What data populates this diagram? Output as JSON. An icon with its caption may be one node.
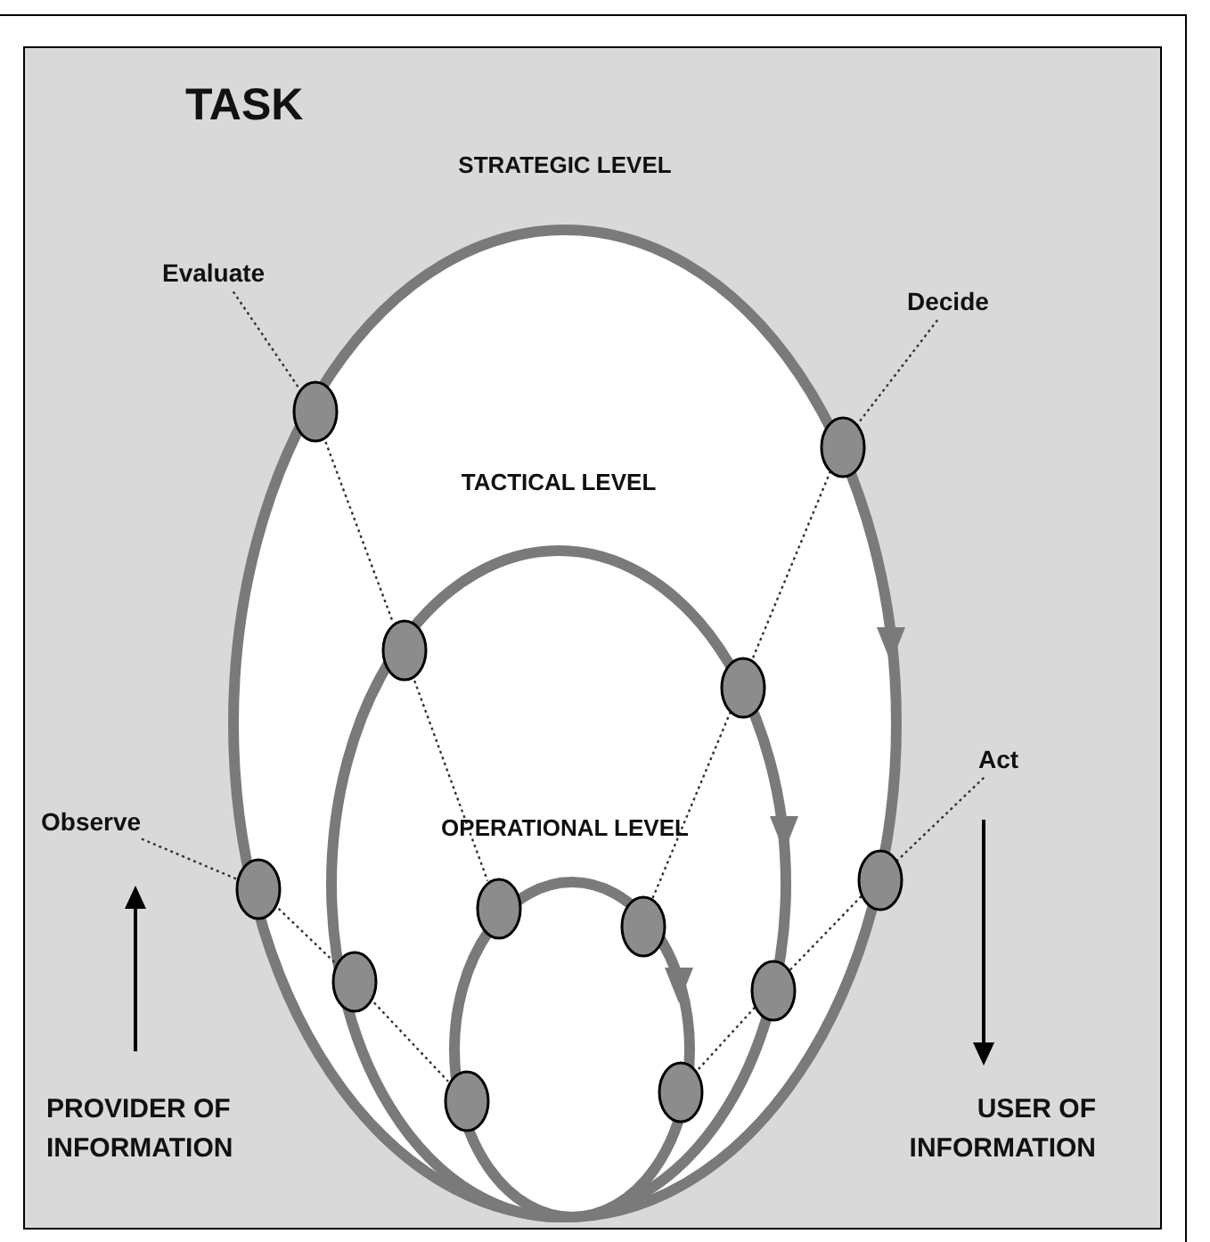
{
  "diagram": {
    "nodes": [
      {
        "text": [
          "TASK"
        ]
      },
      {
        "text": [
          "STRATEGIC LEVEL"
        ],
        "in": 0
      },
      {
        "text": [
          "TACTICAL LEVEL"
        ],
        "in": 1
      },
      {
        "text": [
          "OPERATIONAL LEVEL"
        ],
        "in": 2
      },
      {
        "text": [
          "Evaluate"
        ],
        "in": 0
      },
      {
        "text": [
          "Decide"
        ],
        "in": 0
      },
      {
        "text": [
          "Observe"
        ],
        "in": 0
      },
      {
        "text": [
          "Act"
        ],
        "in": 0
      },
      {
        "text": [],
        "shape": "circle",
        "in": 1
      },
      {
        "text": [],
        "shape": "circle",
        "in": 2
      },
      {
        "text": [],
        "shape": "circle",
        "in": 3
      },
      {
        "text": [],
        "shape": "circle",
        "in": 1
      },
      {
        "text": [],
        "shape": "circle",
        "in": 2
      },
      {
        "text": [],
        "shape": "circle",
        "in": 3
      },
      {
        "text": [],
        "shape": "circle",
        "in": 1
      },
      {
        "text": [],
        "shape": "circle",
        "in": 2
      },
      {
        "text": [],
        "shape": "circle",
        "in": 3
      },
      {
        "text": [],
        "shape": "circle",
        "in": 1
      },
      {
        "text": [],
        "shape": "circle",
        "in": 2
      },
      {
        "text": [],
        "shape": "circle",
        "in": 3
      }
    ],
    "edges": [
      {
        "from": 4,
        "to": 8,
        "arrow": "none",
        "style": "dashed"
      },
      {
        "from": 8,
        "to": 9,
        "arrow": "none",
        "style": "dashed"
      },
      {
        "from": 9,
        "to": 10,
        "arrow": "none",
        "style": "dashed"
      },
      {
        "from": 5,
        "to": 11,
        "arrow": "none",
        "style": "dashed"
      },
      {
        "from": 11,
        "to": 12,
        "arrow": "none",
        "style": "dashed"
      },
      {
        "from": 12,
        "to": 13,
        "arrow": "none",
        "style": "dashed"
      },
      {
        "from": 6,
        "to": 14,
        "arrow": "none",
        "style": "dashed"
      },
      {
        "from": 14,
        "to": 15,
        "arrow": "none",
        "style": "dashed"
      },
      {
        "from": 15,
        "to": 16,
        "arrow": "none",
        "style": "dashed"
      },
      {
        "from": 7,
        "to": 17,
        "arrow": "none",
        "style": "dashed"
      },
      {
        "from": 17,
        "to": 18,
        "arrow": "none",
        "style": "dashed"
      },
      {
        "from": 18,
        "to": 19,
        "arrow": "none",
        "style": "dashed"
      }
    ],
    "labels": [
      "PROVIDER OF INFORMATION",
      "USER OF INFORMATION"
    ]
  }
}
